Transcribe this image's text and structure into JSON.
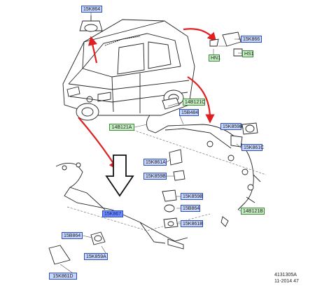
{
  "colors": {
    "blue_label_fill": "#c9d7ff",
    "blue_label_border": "#2b4fb8",
    "green_label_fill": "#c9f0c4",
    "green_label_border": "#3a8a3a",
    "selected_label_fill": "#6f8cff",
    "callout_arrow": "#e02020",
    "line_art": "#222222"
  },
  "labels": {
    "top_sensor": "15K864",
    "right_top_sensor": "15K866",
    "hn1": "HN1",
    "hs1": "HS1",
    "module_14b121c": "14B121C",
    "module_14b121a": "14B121A",
    "harness_15b484": "15B484",
    "sensor_15k859b_right": "15K859B",
    "clip_15k861c": "15K861C",
    "clip_15k861a": "15K861A",
    "sensor_15k859b_mid": "15K859B",
    "sensor_15k859b_center": "15K859B",
    "sensor_15b864_center": "15B864",
    "clip_15k861b": "15K861B",
    "harness_14b121b": "14B121B",
    "rear_harness_selected": "15K867",
    "sensor_15b864_left": "15B864",
    "sensor_15k859a": "15K859A",
    "clip_15k861d": "15K861D"
  },
  "reference": {
    "code": "4131305A",
    "date": "11-2014 47"
  },
  "icons": {
    "down_arrow": "down-arrow-icon",
    "callout_arrows": "curved-arrow-icon"
  }
}
